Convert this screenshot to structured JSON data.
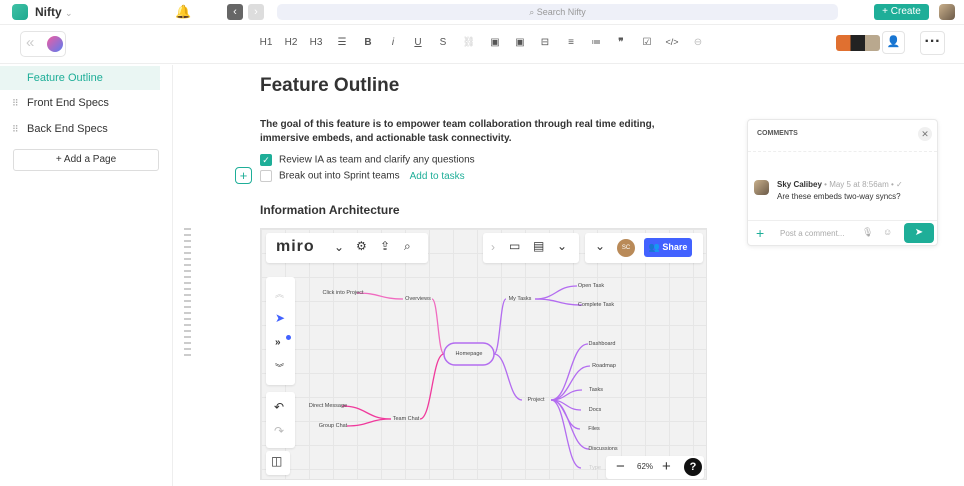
{
  "app": {
    "name": "Nifty",
    "search_placeholder": "Search Nifty",
    "create_label": "Create"
  },
  "toolbar": {
    "items": [
      "H1",
      "H2",
      "H3",
      "divider",
      "B",
      "I",
      "U",
      "S",
      "link",
      "image",
      "embed",
      "section",
      "bullet-list",
      "numbered-list",
      "quote",
      "checklist",
      "code",
      "comment"
    ],
    "labels": {
      "h1": "H1",
      "h2": "H2",
      "h3": "H3",
      "bold": "B",
      "italic": "i",
      "underline": "U",
      "strike": "S",
      "quote": "❞",
      "code": "</>"
    }
  },
  "sidebar": {
    "items": [
      {
        "label": "Feature Outline",
        "active": true
      },
      {
        "label": "Front End Specs"
      },
      {
        "label": "Back End Specs"
      }
    ],
    "add_page": "+ Add a Page"
  },
  "doc": {
    "title": "Feature Outline",
    "goal": "The goal of this feature is to empower team collaboration through real time editing, immersive embeds, and actionable task connectivity.",
    "tasks": [
      {
        "label": "Review IA as team and clarify any questions",
        "checked": true
      },
      {
        "label": "Break out into Sprint teams",
        "checked": false,
        "action": "Add to tasks"
      }
    ],
    "section": "Information Architecture"
  },
  "miro": {
    "logo": "miro",
    "share": "Share",
    "zoom": "62%",
    "user_initials": "SC",
    "nodes": [
      {
        "id": "home",
        "label": "Homepage"
      },
      {
        "id": "ov",
        "label": "Overviews"
      },
      {
        "id": "cip",
        "label": "Click into Project"
      },
      {
        "id": "mt",
        "label": "My Tasks"
      },
      {
        "id": "ot",
        "label": "Open Task"
      },
      {
        "id": "ct",
        "label": "Complete Task"
      },
      {
        "id": "pr",
        "label": "Project"
      },
      {
        "id": "db",
        "label": "Dashboard"
      },
      {
        "id": "rm",
        "label": "Roadmap"
      },
      {
        "id": "tk",
        "label": "Tasks"
      },
      {
        "id": "dc",
        "label": "Docs"
      },
      {
        "id": "fl",
        "label": "Files"
      },
      {
        "id": "ds",
        "label": "Discussions"
      },
      {
        "id": "ty",
        "label": "Type"
      },
      {
        "id": "tc",
        "label": "Team Chat"
      },
      {
        "id": "dm",
        "label": "Direct Message"
      },
      {
        "id": "gc",
        "label": "Group Chat"
      }
    ],
    "colors": {
      "purple": "#b36cf0",
      "pink": "#f06bc0",
      "magenta": "#f0399c"
    }
  },
  "comments": {
    "title": "COMMENTS",
    "author": "Sky Calibey",
    "time": "May 5 at 8:56am",
    "text": "Are these embeds two-way syncs?",
    "placeholder": "Post a comment..."
  },
  "colors": {
    "accent": "#1eae98"
  }
}
